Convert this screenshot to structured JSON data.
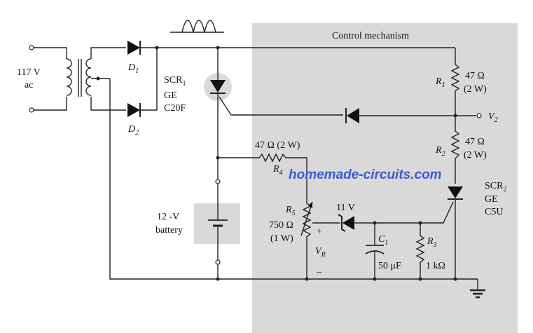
{
  "control_region": {
    "title": "Control mechanism"
  },
  "source": {
    "voltage": "117 V",
    "type": "ac"
  },
  "diodes": {
    "d1": "D",
    "d1_sub": "1",
    "d2": "D",
    "d2_sub": "2"
  },
  "scr1": {
    "name": "SCR",
    "sub": "1",
    "maker": "GE",
    "model": "C20F"
  },
  "scr2": {
    "name": "SCR",
    "sub": "2",
    "maker": "GE",
    "model": "C5U"
  },
  "r1": {
    "ref": "R",
    "sub": "1",
    "value": "47 Ω",
    "rating": "(2 W)"
  },
  "r2": {
    "ref": "R",
    "sub": "2",
    "value": "47 Ω",
    "rating": "(2 W)"
  },
  "r3": {
    "ref": "R",
    "sub": "3",
    "value": "1 kΩ"
  },
  "r4": {
    "ref": "R",
    "sub": "4",
    "value": "47 Ω (2 W)"
  },
  "r5": {
    "ref": "R",
    "sub": "5",
    "value": "750 Ω",
    "rating": "(1 W)"
  },
  "c1": {
    "ref": "C",
    "sub": "1",
    "value": "50 μF"
  },
  "zener": {
    "value": "11 V"
  },
  "battery": {
    "voltage": "12 -V",
    "label": "battery"
  },
  "v2": {
    "label": "V",
    "sub": "2"
  },
  "vr": {
    "label": "V",
    "sub": "R",
    "plus": "+",
    "minus": "–"
  },
  "watermark": "homemade-circuits.com",
  "colors": {
    "panel": "#d9d9d9",
    "watermark": "#3b5bd1",
    "wire": "#222222"
  }
}
